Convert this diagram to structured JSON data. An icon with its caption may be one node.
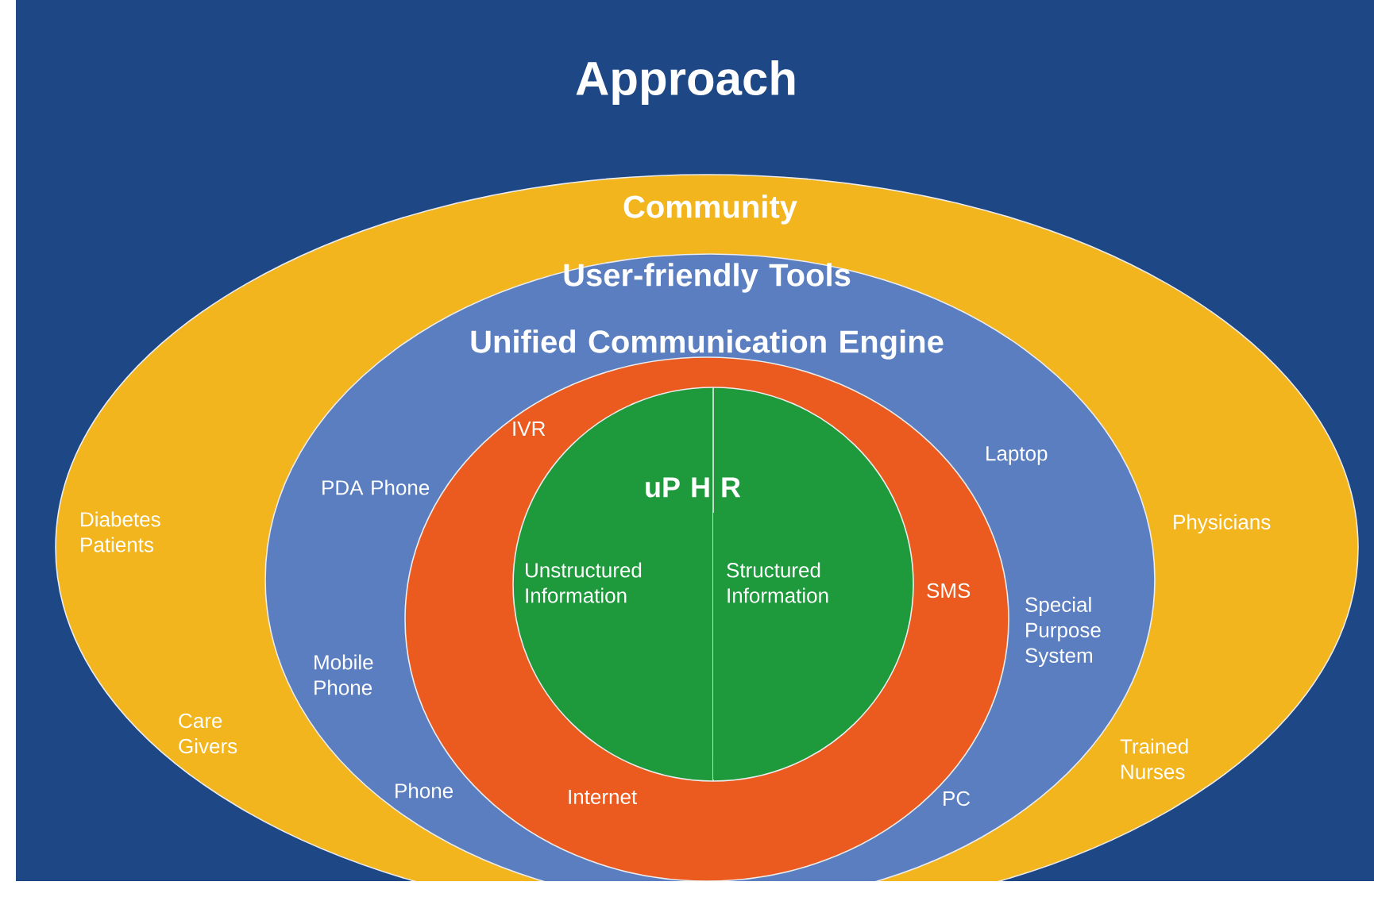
{
  "diagram": {
    "title": "Approach",
    "nodes": [
      {
        "text": [
          "Community"
        ]
      },
      {
        "text": [
          "User-friendly Tools"
        ],
        "in": 0
      },
      {
        "text": [
          "Unified Communication Engine"
        ],
        "in": 1
      },
      {
        "text": [
          "uP H R"
        ],
        "in": 2
      },
      {
        "text": [
          "Unstructured Information"
        ],
        "in": 3
      },
      {
        "text": [
          "Structured Information"
        ],
        "in": 3
      }
    ],
    "labels": [
      "IVR",
      "Laptop",
      "PDA Phone",
      "Physicians",
      "Diabetes Patients",
      "SMS",
      "Special Purpose System",
      "Mobile Phone",
      "Care Givers",
      "Trained Nurses",
      "Phone",
      "Internet",
      "PC"
    ]
  }
}
